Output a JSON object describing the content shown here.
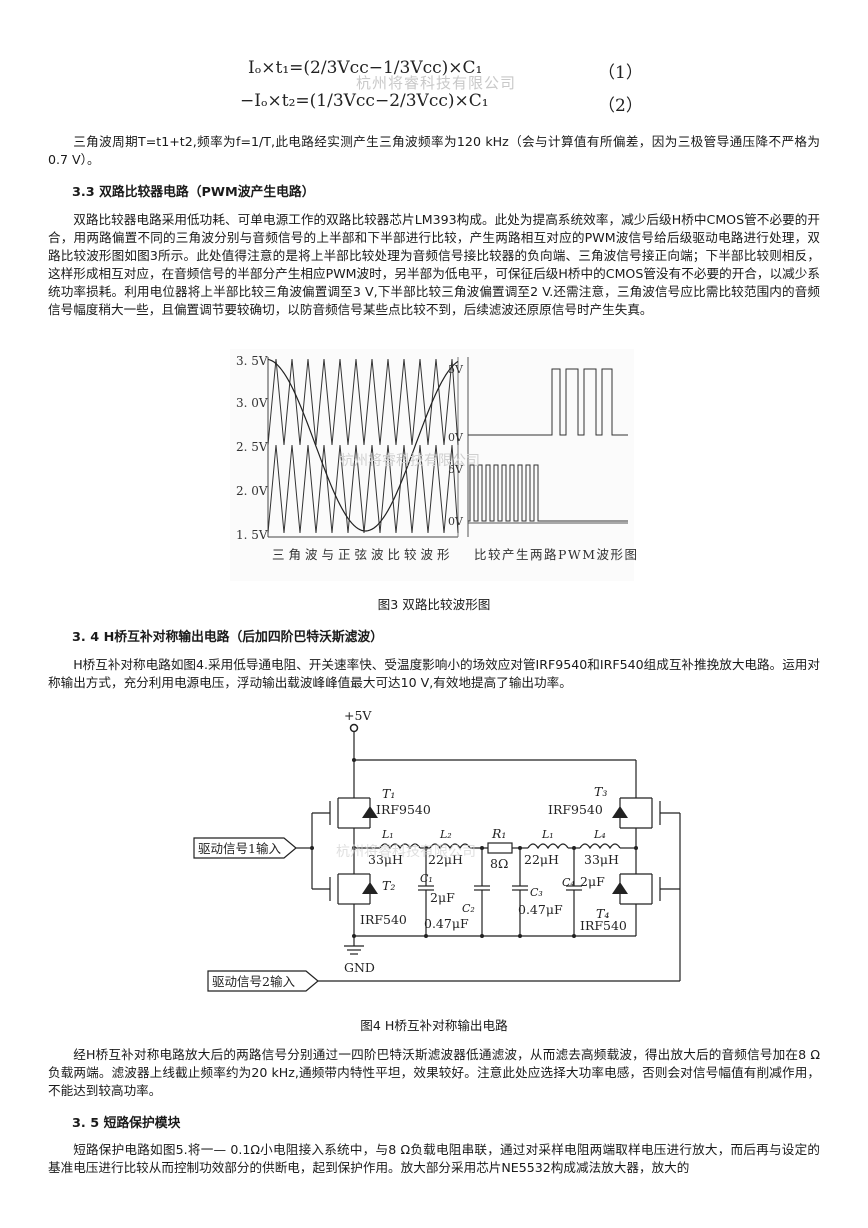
{
  "equations": {
    "eq1": "Iₒ×t₁=(2/3Vcc−1/3Vcc)×C₁",
    "eq1_num": "（1）",
    "eq2": "−Iₒ×t₂=(1/3Vcc−2/3Vcc)×C₁",
    "eq2_num": "（2）"
  },
  "watermark": "杭州将睿科技有限公司",
  "paragraphs": {
    "p1": "三角波周期T=t1+t2,频率为f=1/T,此电路经实测产生三角波频率为120 kHz（会与计算值有所偏差，因为三极管导通压降不严格为0.7 V）。",
    "h33": "3.3 双路比较器电路（PWM波产生电路）",
    "p2": "双路比较器电路采用低功耗、可单电源工作的双路比较器芯片LM393构成。此处为提高系统效率，减少后级H桥中CMOS管不必要的开合，用两路偏置不同的三角波分别与音频信号的上半部和下半部进行比较，产生两路相互对应的PWM波信号给后级驱动电路进行处理，双路比较波形图如图3所示。此处值得注意的是将上半部比较处理为音频信号接比较器的负向端、三角波信号接正向端；下半部比较则相反，这样形成相互对应，在音频信号的半部分产生相应PWM波时，另半部为低电平，可保征后级H桥中的CMOS管没有不必要的开合，以减少系统功率损耗。利用电位器将上半部比较三角波偏置调至3 V,下半部比较三角波偏置调至2 V.还需注意，三角波信号应比需比较范围内的音频信号幅度稍大一些，且偏置调节要较确切，以防音频信号某些点比较不到，后续滤波还原原信号时产生失真。",
    "fig3_caption": "图3 双路比较波形图",
    "h34": "3. 4 H桥互补对称输出电路（后加四阶巴特沃斯滤波）",
    "p3": "H桥互补对称电路如图4.采用低导通电阻、开关速率快、受温度影响小的场效应对管IRF9540和IRF540组成互补推挽放大电路。运用对称输出方式，充分利用电源电压，浮动输出载波峰峰值最大可达10 V,有效地提高了输出功率。",
    "fig4_caption": "图4 H桥互补对称输出电路",
    "p4": "经H桥互补对称电路放大后的两路信号分别通过一四阶巴特沃斯滤波器低通滤波，从而滤去高频载波，得出放大后的音频信号加在8 Ω负载两端。滤波器上线截止频率约为20 kHz,通频带内特性平坦，效果较好。注意此处应选择大功率电感，否则会对信号幅值有削减作用，不能达到较高功率。",
    "h35": "3. 5 短路保护模块",
    "p5": "短路保护电路如图5.将一— 0.1Ω小电阻接入系统中，与8 Ω负载电阻串联，通过对采样电阻两端取样电压进行放大，而后再与设定的基准电压进行比较从而控制功效部分的供断电，起到保护作用。放大部分采用芯片NE5532构成减法放大器，放大的"
  },
  "fig3": {
    "left_y_ticks": [
      "3. 5V",
      "3. 0V",
      "2. 5V",
      "2. 0V",
      "1. 5V"
    ],
    "right_y_ticks_top": [
      "5V",
      "0V"
    ],
    "right_y_ticks_bottom": [
      "5V",
      "0V"
    ],
    "left_caption": "三角波与正弦波比较波形",
    "right_caption": "比较产生两路PWM波形图"
  },
  "fig4": {
    "vcc": "+5V",
    "gnd": "GND",
    "drive1": "驱动信号1输入",
    "drive2": "驱动信号2输入",
    "t1": "T₁",
    "t1_part": "IRF9540",
    "t2": "T₂",
    "t2_part": "IRF540",
    "t3": "T₃",
    "t3_part": "IRF9540",
    "t4": "T₄",
    "t4_part": "IRF540",
    "l1": "L₁",
    "l1_val": "33μH",
    "l2": "L₂",
    "l2_val": "22μH",
    "r1": "R₁",
    "r1_val": "8Ω",
    "l3": "L₁",
    "l3_val": "22μH",
    "l4": "L₄",
    "l4_val": "33μH",
    "c1": "C₁",
    "c1_val": "2μF",
    "c2": "C₂",
    "c2_val": "0.47μF",
    "c3": "C₃",
    "c3_val": "0.47μF",
    "c4": "C₄",
    "c4_val": "2μF"
  }
}
